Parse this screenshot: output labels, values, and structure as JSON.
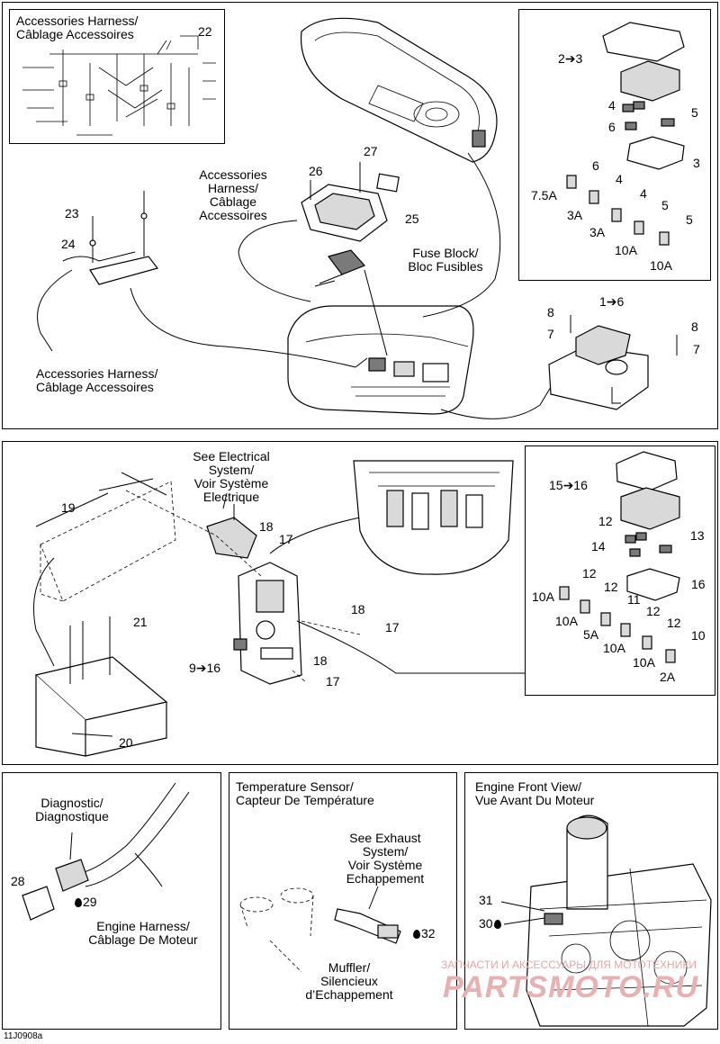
{
  "top": {
    "harness_title": "Accessories Harness/\nCâblage Accessoires",
    "callout_22": "22",
    "accessories_harness_mid": "Accessories\nHarness/\nCâblage\nAccessoires",
    "accessories_harness_low": "Accessories Harness/\nCâblage Accessoires",
    "fuse_block": "Fuse Block/\nBloc Fusibles",
    "c23": "23",
    "c24": "24",
    "c25": "25",
    "c26": "26",
    "c27": "27"
  },
  "fuse_panel_top": {
    "c2to3": "2➔3",
    "c4a": "4",
    "c5a": "5",
    "c6a": "6",
    "c3": "3",
    "c6b": "6",
    "a75": "7.5A",
    "c4b": "4",
    "a3a": "3A",
    "c4c": "4",
    "a3b": "3A",
    "c5b": "5",
    "a10a": "10A",
    "c5c": "5",
    "a10b": "10A",
    "c1to6": "1➔6",
    "c8a": "8",
    "c7a": "7",
    "c8b": "8",
    "c7b": "7"
  },
  "middle": {
    "see_electrical": "See Electrical\nSystem/\nVoir Système\nElectrique",
    "c19": "19",
    "c18a": "18",
    "c17a": "17",
    "c18b": "18",
    "c17b": "17",
    "c18c": "18",
    "c17c": "17",
    "c21": "21",
    "c9to16": "9➔16",
    "c20": "20"
  },
  "fuse_panel_mid": {
    "c15to16": "15➔16",
    "c12a": "12",
    "c14": "14",
    "c13": "13",
    "c16": "16",
    "c12b": "12",
    "a10c": "10A",
    "c12c": "12",
    "a10d": "10A",
    "c11": "11",
    "a5": "5A",
    "c12d": "12",
    "a10e": "10A",
    "c12e": "12",
    "a10f": "10A",
    "c10": "10",
    "a2": "2A"
  },
  "bottom_left": {
    "diagnostic": "Diagnostic/\nDiagnostique",
    "c28": "28",
    "c29": "29",
    "engine_harness": "Engine Harness/\nCâblage De Moteur"
  },
  "bottom_mid": {
    "title": "Temperature Sensor/\nCapteur De Température",
    "see_exhaust": "See Exhaust\nSystem/\nVoir Système\nEchappement",
    "c32": "32",
    "muffler": "Muffler/\nSilencieux\nd’Echappement"
  },
  "bottom_right": {
    "title": "Engine Front View/\nVue Avant Du Moteur",
    "c31": "31",
    "c30": "30"
  },
  "watermark_small": "ЗАПЧАСТИ И АКСЕССУАРЫ ДЛЯ МОТОТЕХНИКИ",
  "watermark_big": "PARTSMOTO.RU",
  "figure_code": "11J0908a"
}
